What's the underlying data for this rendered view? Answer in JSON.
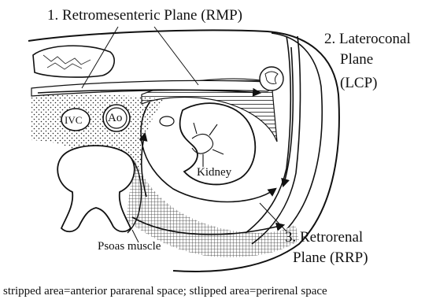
{
  "labels": {
    "rmp": "1. Retromesenteric Plane (RMP)",
    "lcp_line1": "2. Lateroconal",
    "lcp_line2": "Plane",
    "lcp_line3": "(LCP)",
    "rrp_line1": "3. Retrorenal",
    "rrp_line2": "Plane (RRP)",
    "ivc": "IVC",
    "ao": "Ao",
    "psoas": "Psoas muscle",
    "kidney": "Kidney"
  },
  "caption": "stripped area=anterior pararenal space; stlipped area=perirenal space",
  "colors": {
    "ink": "#111111",
    "background": "#ffffff"
  }
}
